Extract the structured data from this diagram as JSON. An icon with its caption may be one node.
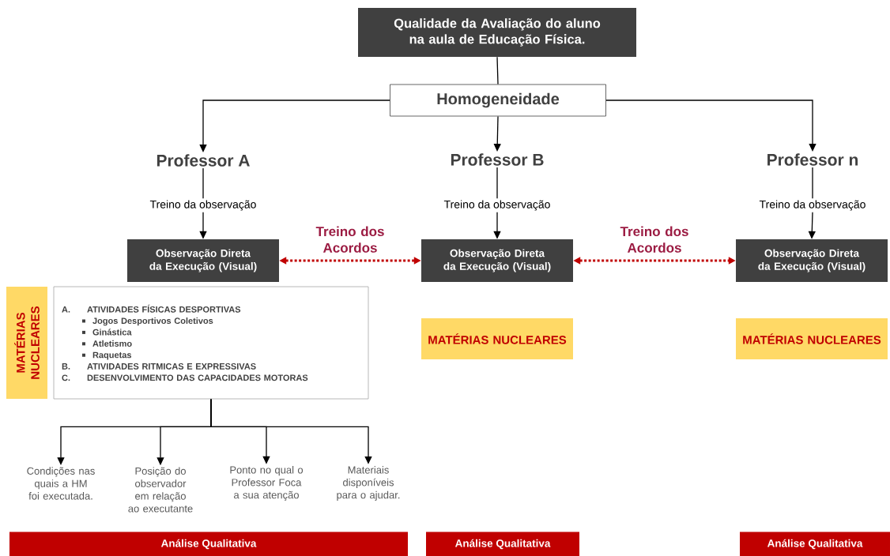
{
  "diagram": {
    "nodes": [
      {
        "text": [
          "Qualidade da Avaliação do aluno na aula de Educação Física."
        ]
      },
      {
        "text": [
          "Homogeneidade"
        ]
      },
      {
        "text": [
          "Professor A"
        ]
      },
      {
        "text": [
          "Professor B"
        ]
      },
      {
        "text": [
          "Professor n"
        ]
      },
      {
        "text": [
          "Treino da observação"
        ]
      },
      {
        "text": [
          "Treino da observação"
        ]
      },
      {
        "text": [
          "Treino da observação"
        ]
      },
      {
        "text": [
          "Observação Direta da Execução (Visual)"
        ]
      },
      {
        "text": [
          "Observação Direta da Execução (Visual)"
        ]
      },
      {
        "text": [
          "Observação Direta da Execução (Visual)"
        ]
      },
      {
        "text": [
          "MATÉRIAS NUCLEARES"
        ]
      },
      {
        "text": [
          "A.",
          "ATIVIDADES FÍSICAS DESPORTIVAS",
          "Jogos Desportivos Coletivos",
          "Ginástica",
          "Atletismo",
          "Raquetas",
          "B.",
          "ATIVIDADES RITMICAS E EXPRESSIVAS",
          "C.",
          "DESENVOLVIMENTO DAS CAPACIDADES MOTORAS"
        ]
      },
      {
        "text": [
          "MATÉRIAS NUCLEARES"
        ]
      },
      {
        "text": [
          "MATÉRIAS NUCLEARES"
        ]
      },
      {
        "text": [
          "Condições nas quais a HM foi executada."
        ]
      },
      {
        "text": [
          "Posição do observador em relação ao executante"
        ]
      },
      {
        "text": [
          "Ponto no qual o Professor Foca a sua atenção"
        ]
      },
      {
        "text": [
          "Materiais disponíveis para o ajudar."
        ]
      },
      {
        "text": [
          "Análise Qualitativa"
        ]
      },
      {
        "text": [
          "Análise Qualitativa"
        ]
      },
      {
        "text": [
          "Análise Qualitativa"
        ]
      }
    ],
    "edges": [
      {
        "from": 0,
        "to": 1,
        "arrow": "none"
      },
      {
        "from": 1,
        "to": 2,
        "arrow": "to"
      },
      {
        "from": 1,
        "to": 3,
        "arrow": "to"
      },
      {
        "from": 1,
        "to": 4,
        "arrow": "to"
      },
      {
        "from": 2,
        "to": 5,
        "arrow": "none"
      },
      {
        "from": 3,
        "to": 6,
        "arrow": "none"
      },
      {
        "from": 4,
        "to": 7,
        "arrow": "none"
      },
      {
        "from": 5,
        "to": 8,
        "arrow": "to"
      },
      {
        "from": 6,
        "to": 9,
        "arrow": "to"
      },
      {
        "from": 7,
        "to": 10,
        "arrow": "to"
      },
      {
        "from": 8,
        "to": 9,
        "arrow": "both",
        "label": "Treino dos Acordos",
        "style": "dashed",
        "color": "#c00000"
      },
      {
        "from": 9,
        "to": 10,
        "arrow": "both",
        "label": "Treino dos Acordos",
        "style": "dashed",
        "color": "#c00000"
      },
      {
        "from": 12,
        "to": 15,
        "arrow": "to"
      },
      {
        "from": 12,
        "to": 16,
        "arrow": "to"
      },
      {
        "from": 12,
        "to": 17,
        "arrow": "to"
      },
      {
        "from": 12,
        "to": 18,
        "arrow": "to"
      }
    ]
  }
}
